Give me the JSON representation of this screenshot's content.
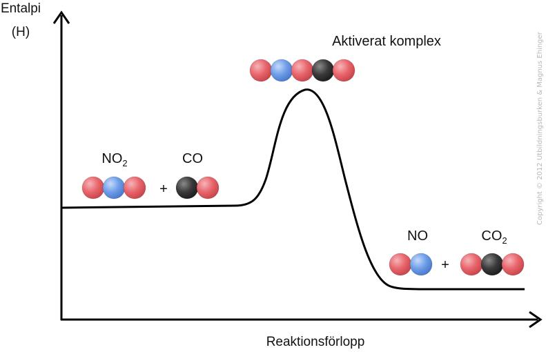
{
  "y_axis_label": [
    "Entalpi",
    "(H)"
  ],
  "x_axis_label": "Reaktionsförlopp",
  "transition_label": "Aktiverat komplex",
  "reactants": {
    "first": {
      "base": "NO",
      "sub": "2"
    },
    "plus": "+",
    "second": {
      "base": "CO",
      "sub": ""
    }
  },
  "products": {
    "first": {
      "base": "NO",
      "sub": ""
    },
    "plus": "+",
    "second": {
      "base": "CO",
      "sub": "2"
    }
  },
  "copyright": "Copyright © 2012 Utbildningsburken & Magnus Ehinger",
  "atom_colors": {
    "oxygen": "#e8656c",
    "nitrogen": "#6e9ee8",
    "carbon": "#3a3a3a"
  },
  "molecules": {
    "no2": [
      "oxygen",
      "nitrogen",
      "oxygen"
    ],
    "co": [
      "carbon",
      "oxygen"
    ],
    "complex": [
      "oxygen",
      "nitrogen",
      "oxygen",
      "carbon",
      "oxygen"
    ],
    "no": [
      "oxygen",
      "nitrogen"
    ],
    "co2": [
      "oxygen",
      "carbon",
      "oxygen"
    ]
  }
}
